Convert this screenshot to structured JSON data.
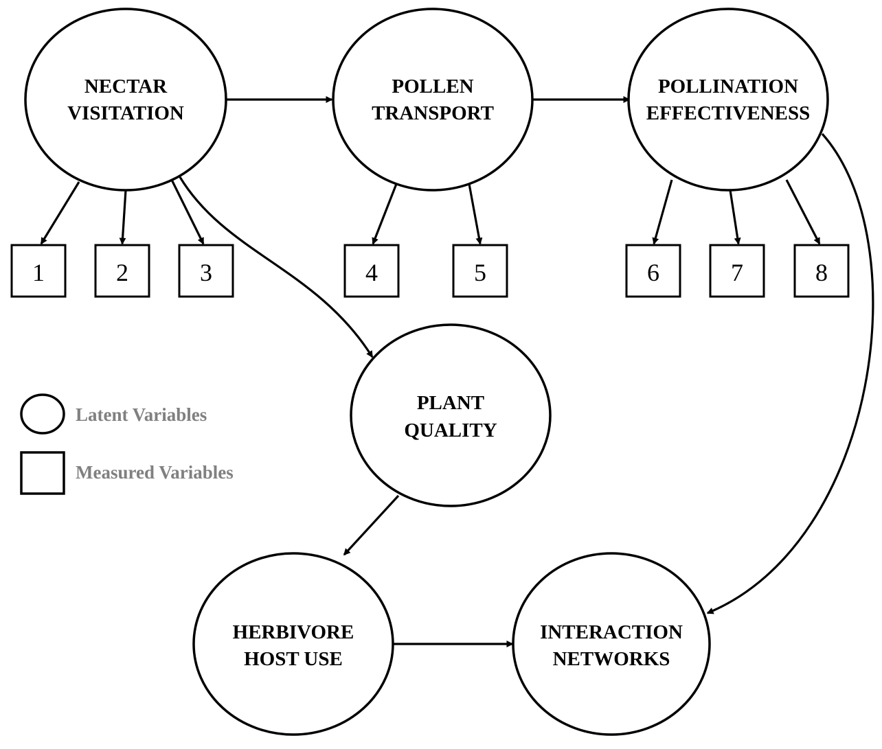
{
  "latent": {
    "nectar_visitation": [
      "NECTAR",
      "VISITATION"
    ],
    "pollen_transport": [
      "POLLEN",
      "TRANSPORT"
    ],
    "pollination_effectiveness": [
      "POLLINATION",
      "EFFECTIVENESS"
    ],
    "plant_quality": [
      "PLANT",
      "QUALITY"
    ],
    "herbivore_host_use": [
      "HERBIVORE",
      "HOST USE"
    ],
    "interaction_networks": [
      "INTERACTION",
      "NETWORKS"
    ]
  },
  "measured": [
    "1",
    "2",
    "3",
    "4",
    "5",
    "6",
    "7",
    "8"
  ],
  "legend": {
    "latent_label": "Latent Variables",
    "measured_label": "Measured Variables"
  },
  "edges": [
    {
      "from": "nectar_visitation",
      "to": "pollen_transport"
    },
    {
      "from": "pollen_transport",
      "to": "pollination_effectiveness"
    },
    {
      "from": "nectar_visitation",
      "to": "measured-1"
    },
    {
      "from": "nectar_visitation",
      "to": "measured-2"
    },
    {
      "from": "nectar_visitation",
      "to": "measured-3"
    },
    {
      "from": "pollen_transport",
      "to": "measured-4"
    },
    {
      "from": "pollen_transport",
      "to": "measured-5"
    },
    {
      "from": "pollination_effectiveness",
      "to": "measured-6"
    },
    {
      "from": "pollination_effectiveness",
      "to": "measured-7"
    },
    {
      "from": "pollination_effectiveness",
      "to": "measured-8"
    },
    {
      "from": "nectar_visitation",
      "to": "plant_quality"
    },
    {
      "from": "plant_quality",
      "to": "herbivore_host_use"
    },
    {
      "from": "herbivore_host_use",
      "to": "interaction_networks"
    },
    {
      "from": "pollination_effectiveness",
      "to": "interaction_networks"
    }
  ]
}
